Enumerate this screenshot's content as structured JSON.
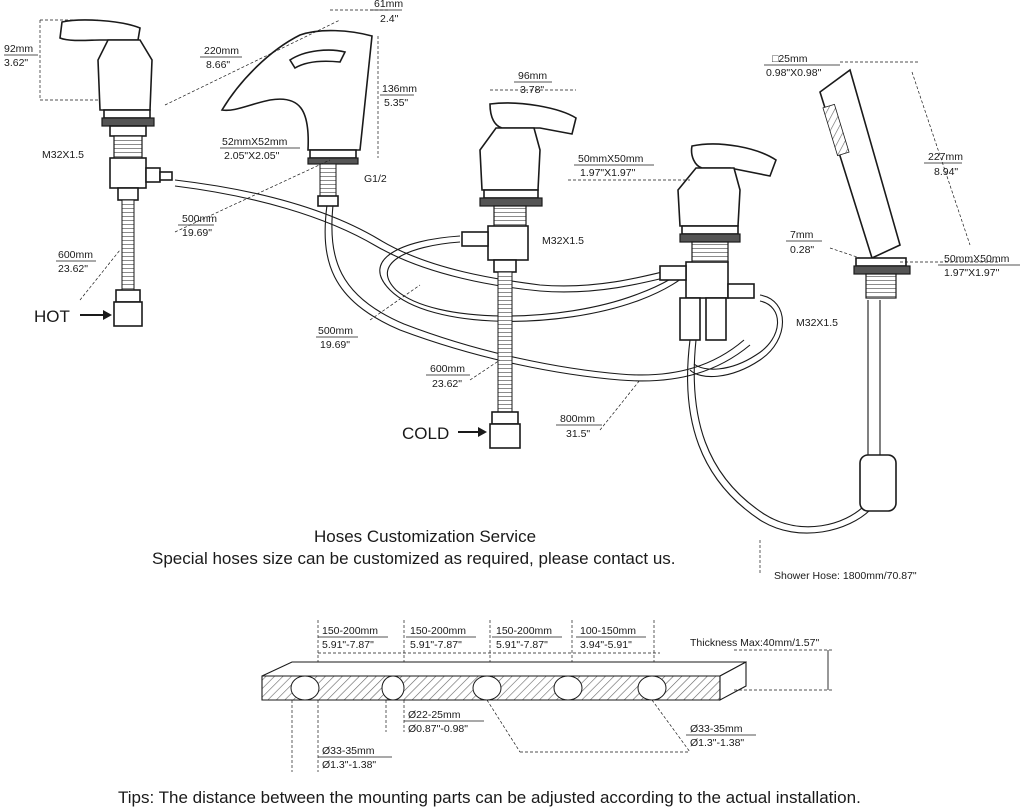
{
  "dims": {
    "hot_height_mm": "92mm",
    "hot_height_in": "3.62\"",
    "spout_len_mm": "220mm",
    "spout_len_in": "8.66\"",
    "spout_top_mm": "61mm",
    "spout_top_in": "2.4\"",
    "spout_height_mm": "136mm",
    "spout_height_in": "5.35\"",
    "spout_base_mm": "52mmX52mm",
    "spout_base_in": "2.05\"X2.05\"",
    "g12": "G1/2",
    "handle_width_mm": "96mm",
    "handle_width_in": "3.78\"",
    "plate_mm": "50mmX50mm",
    "plate_in": "1.97\"X1.97\"",
    "m32_left": "M32X1.5",
    "m32_mid": "M32X1.5",
    "m32_right": "M32X1.5",
    "hose1_mm": "500mm",
    "hose1_in": "19.69\"",
    "pipe_left_mm": "600mm",
    "pipe_left_in": "23.62\"",
    "hose2_mm": "500mm",
    "hose2_in": "19.69\"",
    "pipe_mid_mm": "600mm",
    "pipe_mid_in": "23.62\"",
    "hose3_mm": "800mm",
    "hose3_in": "31.5\"",
    "shower_sq_mm": "□25mm",
    "shower_sq_in": "0.98\"X0.98\"",
    "shower_len_mm": "227mm",
    "shower_len_in": "8.94\"",
    "shower_gap_mm": "7mm",
    "shower_gap_in": "0.28\"",
    "shower_plate_mm": "50mmX50mm",
    "shower_plate_in": "1.97\"X1.97\"",
    "shower_hose": "Shower Hose: 1800mm/70.87\""
  },
  "labels": {
    "hot": "HOT",
    "cold": "COLD"
  },
  "notice": {
    "title": "Hoses Customization Service",
    "body": "Special hoses size can be customized as required, please contact us."
  },
  "deck": {
    "spacings": [
      {
        "mm": "150-200mm",
        "in": "5.91\"-7.87\""
      },
      {
        "mm": "150-200mm",
        "in": "5.91\"-7.87\""
      },
      {
        "mm": "150-200mm",
        "in": "5.91\"-7.87\""
      },
      {
        "mm": "100-150mm",
        "in": "3.94\"-5.91\""
      }
    ],
    "thickness": "Thickness Max:40mm/1.57\"",
    "small_hole_mm": "Ø22-25mm",
    "small_hole_in": "Ø0.87\"-0.98\"",
    "big_hole_r_mm": "Ø33-35mm",
    "big_hole_r_in": "Ø1.3\"-1.38\"",
    "big_hole_l_mm": "Ø33-35mm",
    "big_hole_l_in": "Ø1.3\"-1.38\""
  },
  "tip": "Tips: The distance between the mounting parts can be adjusted according to the actual installation."
}
